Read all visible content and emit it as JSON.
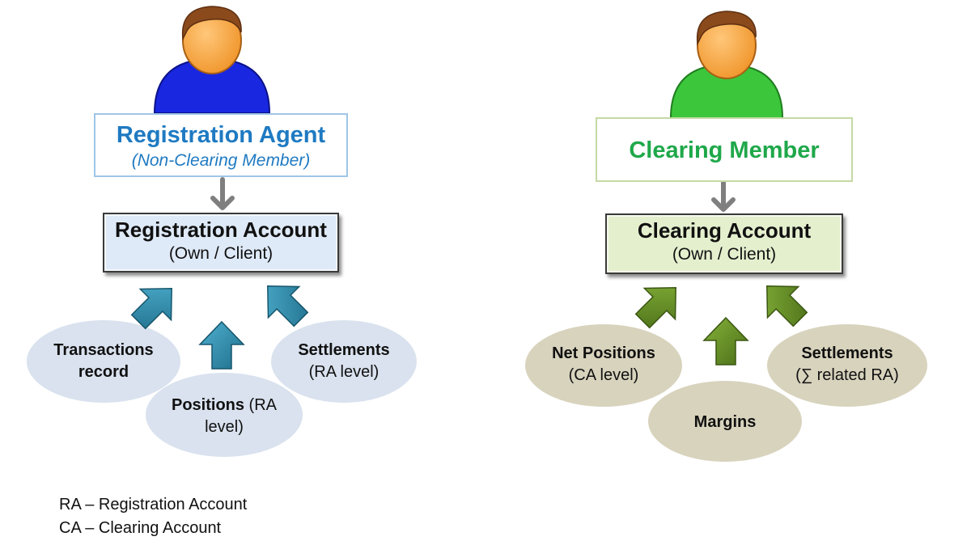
{
  "left": {
    "role_title": "Registration Agent",
    "role_subtitle": "(Non-Clearing Member)",
    "account_title": "Registration Account",
    "account_subtitle": "(Own / Client)",
    "inputs": {
      "transactions_line1": "Transactions",
      "transactions_line2": "record",
      "positions_bold": "Positions",
      "positions_rest1": " (RA",
      "positions_rest2": "level)",
      "settlements_bold": "Settlements",
      "settlements_rest": "(RA level)"
    },
    "colors": {
      "person_body": "#1a27e0",
      "role_text": "#1f7ac2",
      "box_border": "#9fc6e6",
      "account_fill": "#dfeaf8",
      "arrow": "#2e8aa8",
      "ellipse": "#d9e2ee"
    }
  },
  "right": {
    "role_title": "Clearing Member",
    "account_title": "Clearing Account",
    "account_subtitle": "(Own / Client)",
    "inputs": {
      "net_positions_bold": "Net Positions",
      "net_positions_rest": "(CA level)",
      "margins_bold": "Margins",
      "settlements_bold": "Settlements",
      "settlements_rest": "(∑ related RA)"
    },
    "colors": {
      "person_body": "#3cc63c",
      "role_text": "#1fa84a",
      "box_border": "#c5d9a5",
      "account_fill": "#e4efce",
      "arrow": "#5f8a22",
      "ellipse": "#d8d3bd"
    }
  },
  "legend": {
    "ra": "RA – Registration Account",
    "ca": "CA – Clearing Account"
  }
}
